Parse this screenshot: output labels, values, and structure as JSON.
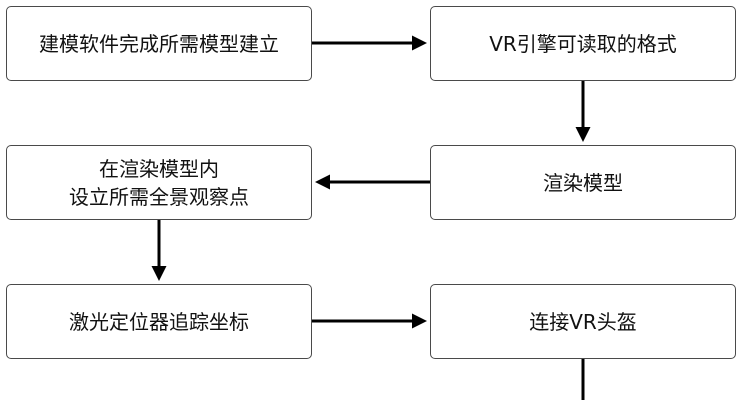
{
  "nodes": {
    "n1": "建模软件完成所需模型建立",
    "n2": "VR引擎可读取的格式",
    "n3": "在渲染模型内\n设立所需全景观察点",
    "n4": "渲染模型",
    "n5": "激光定位器追踪坐标",
    "n6": "连接VR头盔"
  },
  "colors": {
    "stroke": "#4a4a4a",
    "arrow": "#000000",
    "text": "#111111"
  }
}
